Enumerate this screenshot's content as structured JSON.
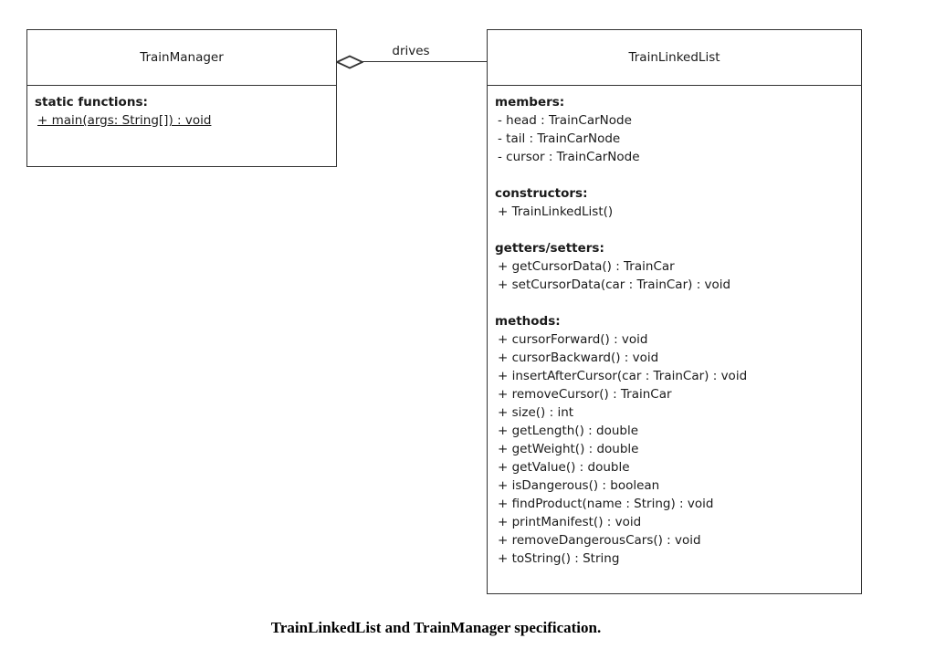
{
  "diagram": {
    "classes": [
      {
        "name": "TrainManager",
        "sections": [
          {
            "heading": "static functions:",
            "items": [
              {
                "text": "+ main(args: String[]) : void",
                "underline": true
              }
            ]
          }
        ]
      },
      {
        "name": "TrainLinkedList",
        "sections": [
          {
            "heading": "members:",
            "items": [
              "- head : TrainCarNode",
              "- tail : TrainCarNode",
              "- cursor : TrainCarNode"
            ]
          },
          {
            "heading": "constructors:",
            "items": [
              "+ TrainLinkedList()"
            ]
          },
          {
            "heading": "getters/setters:",
            "items": [
              "+ getCursorData() : TrainCar",
              "+ setCursorData(car : TrainCar) : void"
            ]
          },
          {
            "heading": "methods:",
            "items": [
              "+ cursorForward() : void",
              "+ cursorBackward() : void",
              "+ insertAfterCursor(car : TrainCar) : void",
              "+ removeCursor() : TrainCar",
              "+ size() : int",
              "+ getLength() : double",
              "+ getWeight() : double",
              "+ getValue() : double",
              "+ isDangerous() : boolean",
              "+ findProduct(name : String) : void",
              "+ printManifest() : void",
              "+ removeDangerousCars() : void",
              "+ toString() : String"
            ]
          }
        ]
      }
    ],
    "relationship": {
      "label": "drives",
      "end_icon": "aggregation-diamond"
    },
    "caption": "TrainLinkedList and TrainManager specification.",
    "colors": {
      "line": "#333333",
      "text": "#1a1a1a",
      "background": "#ffffff"
    }
  }
}
